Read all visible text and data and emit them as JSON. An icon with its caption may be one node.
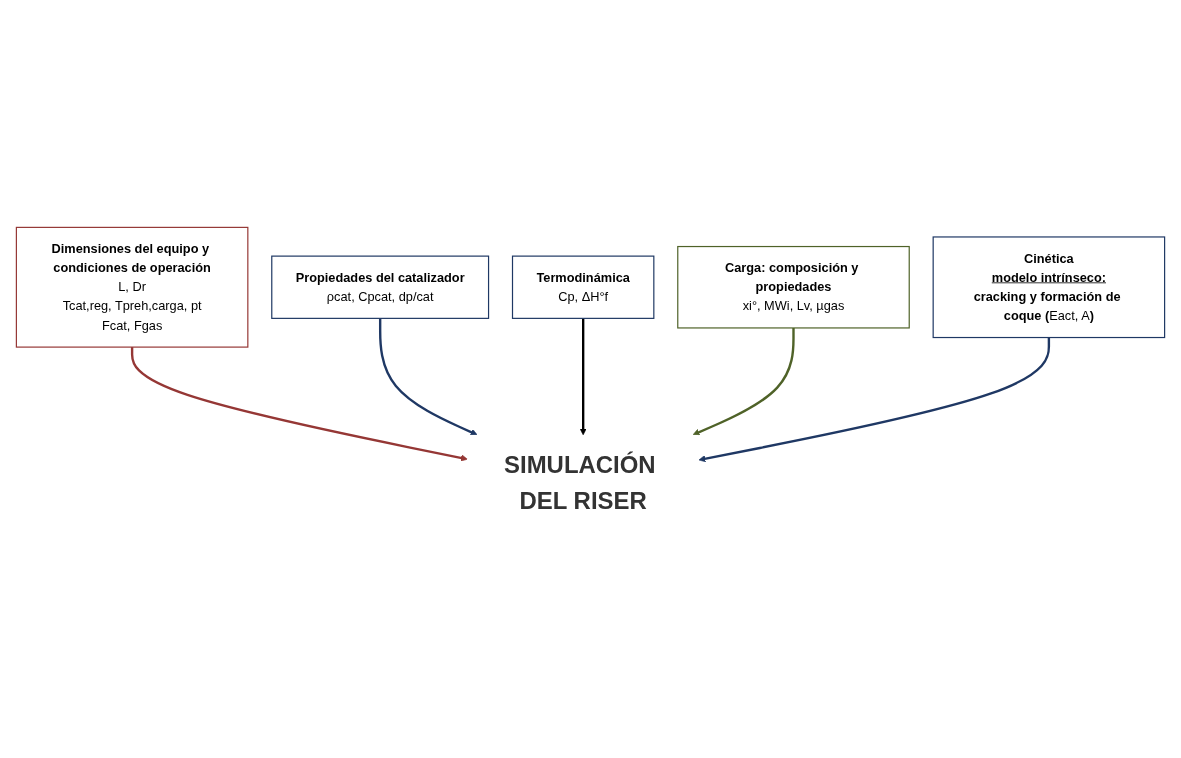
{
  "diagram": {
    "nodes": [
      {
        "text": [
          "Dimensiones del equipo y condiciones de operación",
          "L, Dr",
          "Tcat,reg, Tpreh,carga, pt",
          "Fcat, Fgas"
        ]
      },
      {
        "text": [
          "Propiedades del catalizador",
          "ρcat, Cpcat, dp/cat"
        ]
      },
      {
        "text": [
          "SIMULACIÓN DEL RISER"
        ]
      },
      {
        "text": [
          "Termodinámica",
          "Cp, ΔH°f"
        ]
      },
      {
        "text": [
          "Cinética",
          "modelo intrínseco:",
          "**cracking y formación de coque (**Eact, A**)**"
        ]
      },
      {
        "text": [
          "Carga: composición y propiedades",
          "xi°, MWi, Lv, µgas"
        ]
      }
    ],
    "edges": [
      {
        "from": 0,
        "to": 2,
        "arrow": "to",
        "color": "#953735"
      },
      {
        "from": 1,
        "to": 2,
        "arrow": "to",
        "color": "#1f3864"
      },
      {
        "from": 3,
        "to": 2,
        "arrow": "to",
        "color": "#000000"
      },
      {
        "from": 5,
        "to": 2,
        "arrow": "to",
        "color": "#4f6228"
      },
      {
        "from": 4,
        "to": 2,
        "arrow": "to",
        "color": "#1f3864"
      }
    ]
  }
}
